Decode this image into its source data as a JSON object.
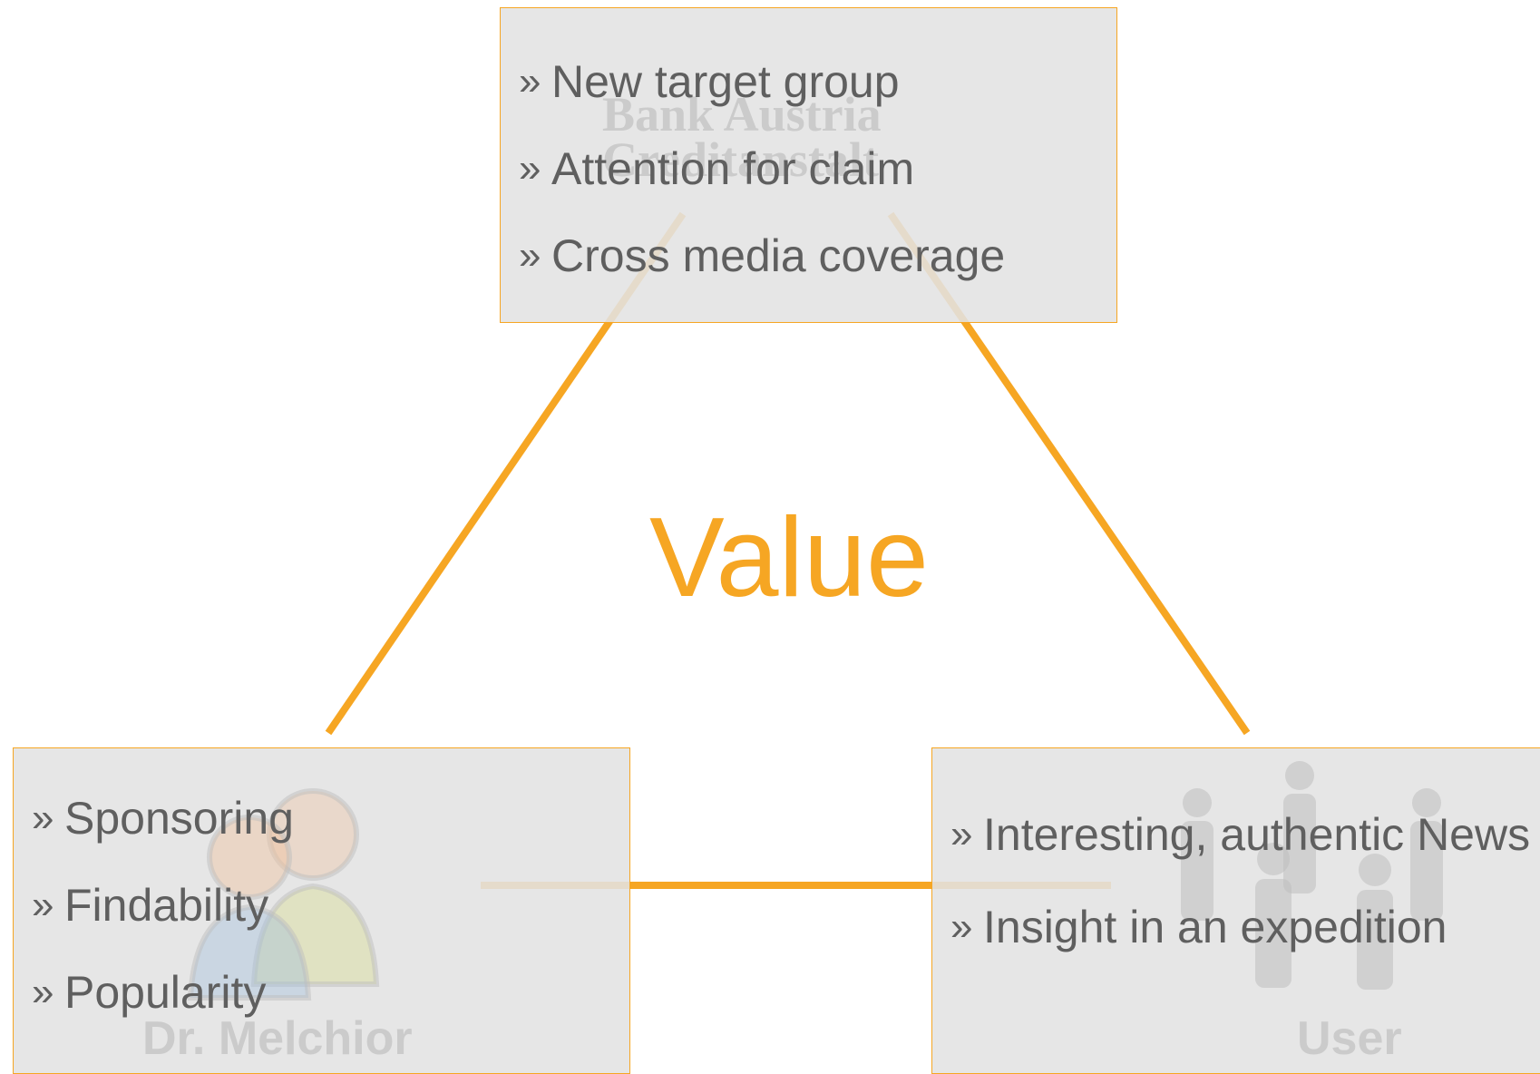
{
  "center_label": "Value",
  "colors": {
    "accent": "#f6a623",
    "box_fill": "#e2e2e2",
    "text": "#5f5f5f"
  },
  "nodes": {
    "top": {
      "watermark_logo": [
        "Bank Austria",
        "Creditanstalt"
      ],
      "items": [
        "New target group",
        "Attention for claim",
        "Cross media coverage"
      ]
    },
    "left": {
      "watermark_label": "Dr. Melchior",
      "items": [
        "Sponsoring",
        "Findability",
        "Popularity"
      ]
    },
    "right": {
      "watermark_label": "User",
      "items": [
        "Interesting, authentic News",
        "Insight in an expedition"
      ]
    }
  }
}
